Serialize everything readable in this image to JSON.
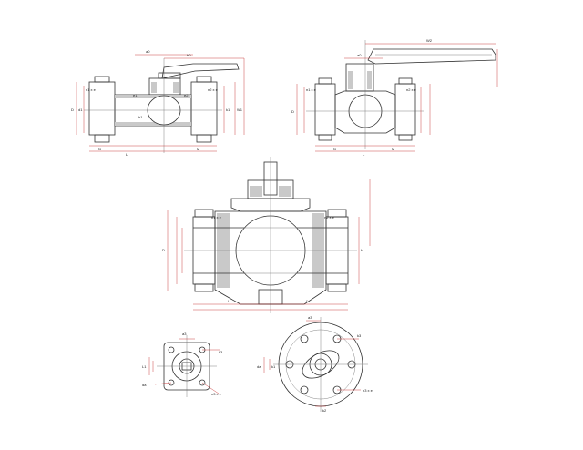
{
  "labels": {
    "v1": {
      "a": "a0",
      "b": "b0",
      "l": "L",
      "ll": "l1",
      "l2": "l2",
      "d1": "d1",
      "d2": "D",
      "k": "k1",
      "w": "W1",
      "n": "n1 x e",
      "n2": "n2 x e",
      "e1": "e1",
      "e2": "e2",
      "h": "h1"
    },
    "v2": {
      "a": "a0",
      "w": "W2",
      "l": "L",
      "ll": "l1",
      "l2": "l2",
      "n": "n1 x e",
      "n2": "n2 x e",
      "d": "D"
    },
    "v3": {
      "n": "n1 x e",
      "n2": "n2 x e",
      "d": "D",
      "l": "l",
      "l2": "l'",
      "h": "H"
    },
    "b1": {
      "a": "a3",
      "b": "k3",
      "c": "da",
      "d": "L1",
      "e": "n3 x e"
    },
    "b2": {
      "a": "a3",
      "b": "k3",
      "c": "da",
      "d": "k1",
      "e": "n3 x e",
      "f": "k2"
    }
  }
}
